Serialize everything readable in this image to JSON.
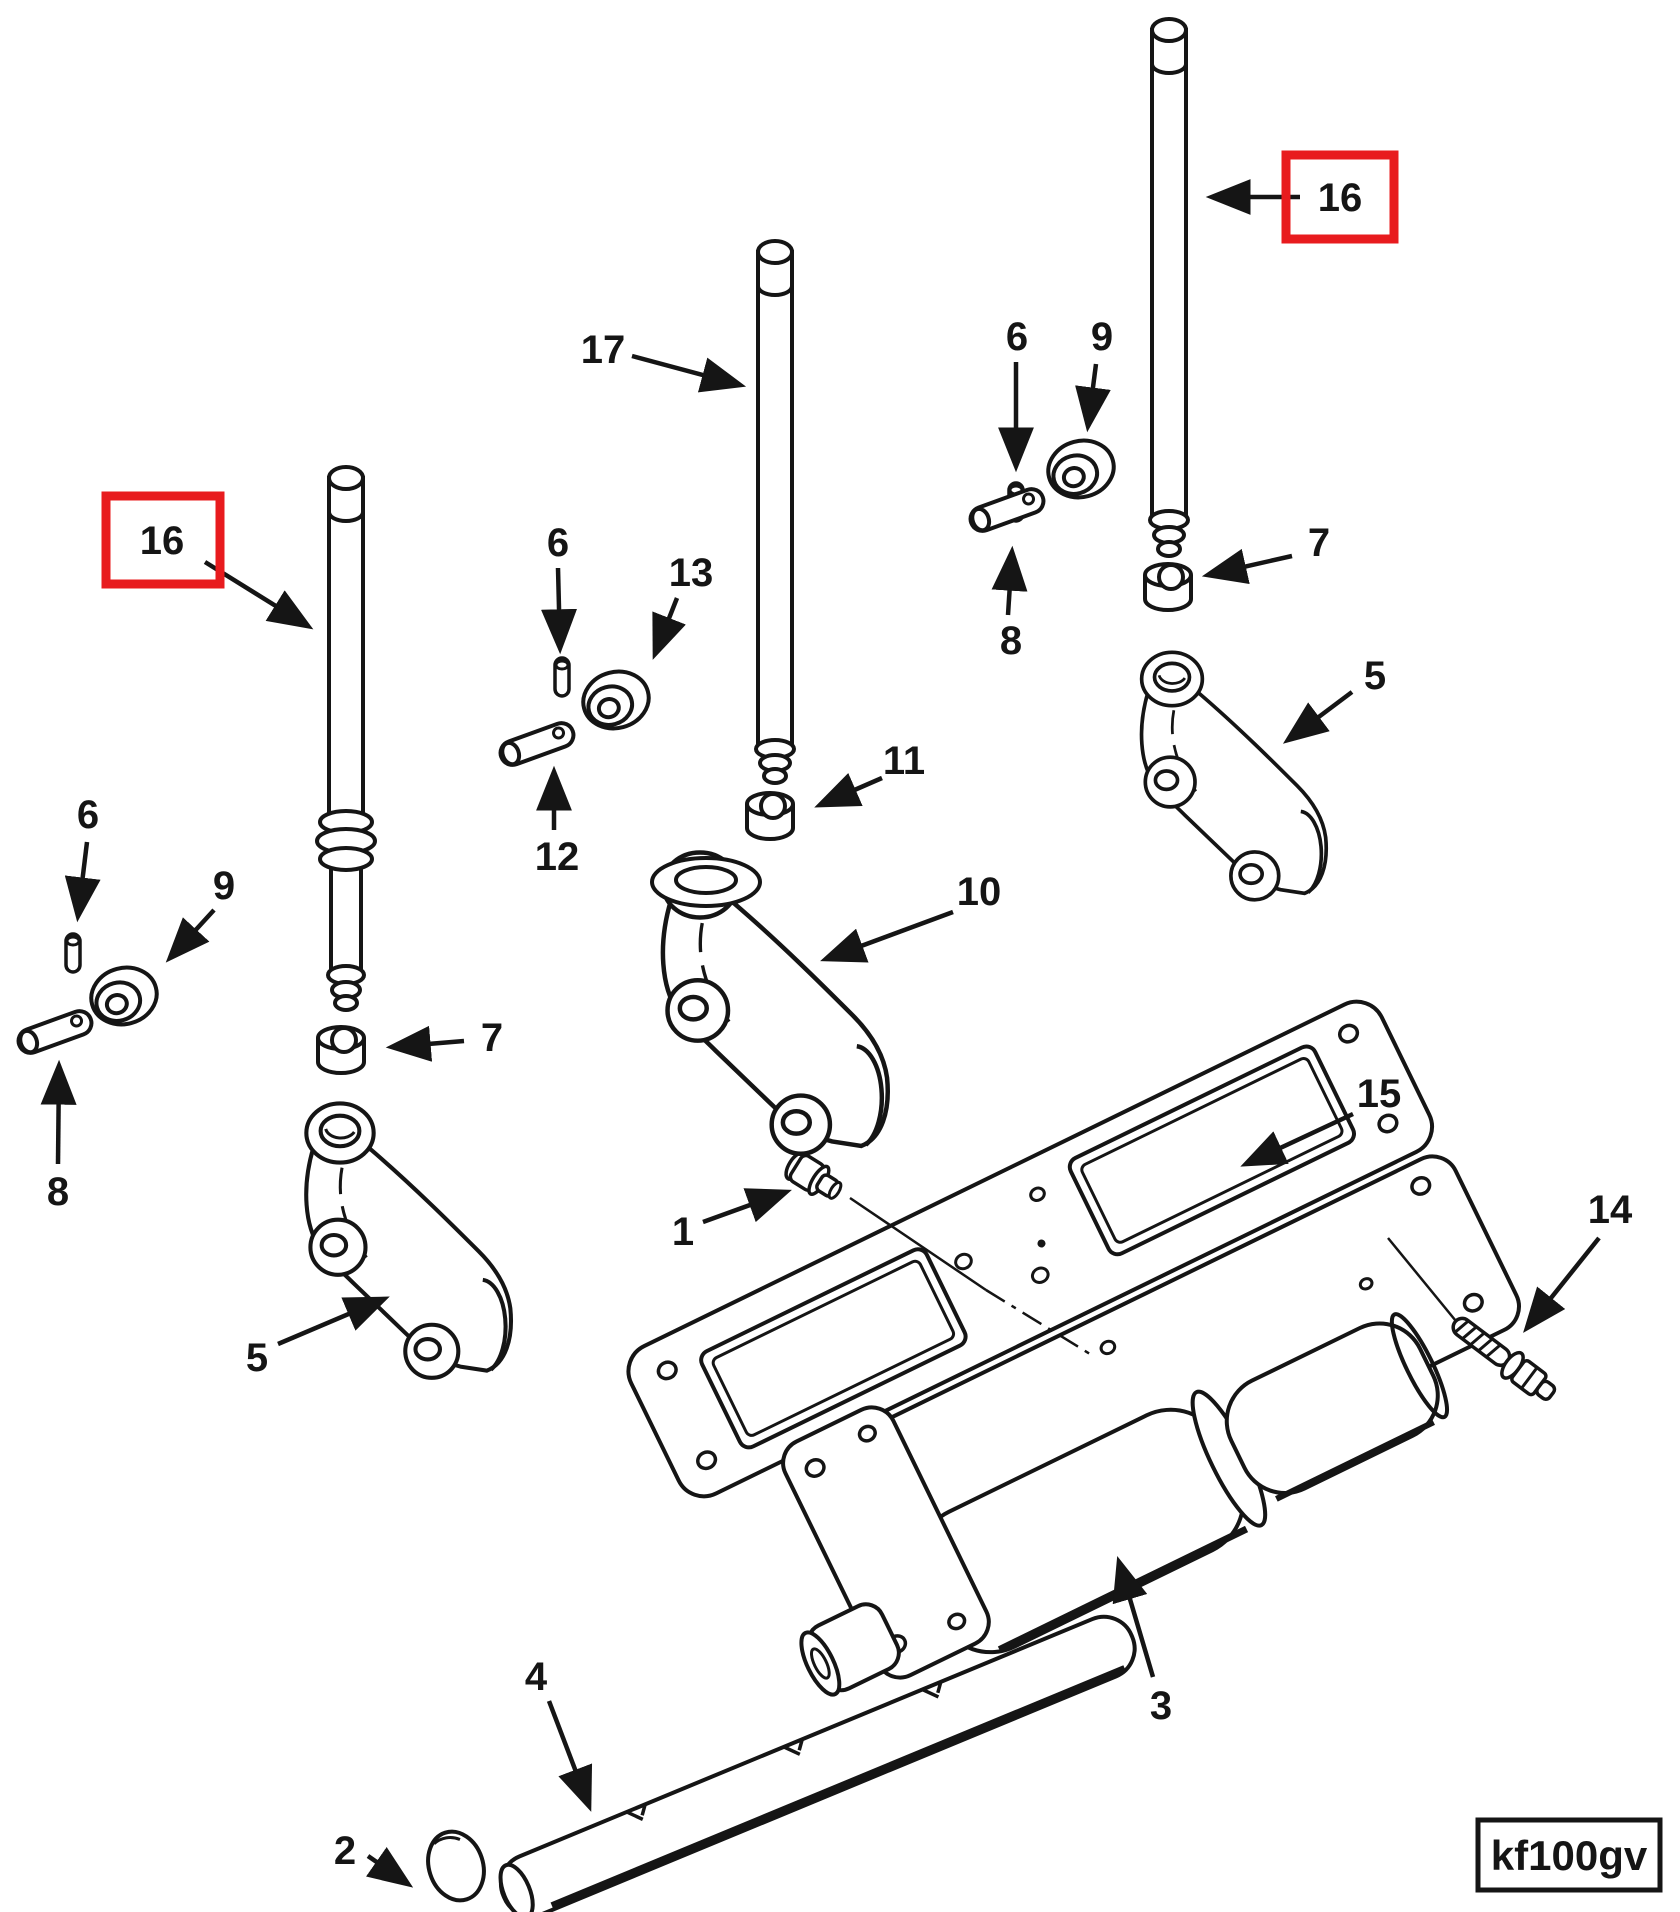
{
  "figure": {
    "drawing_code": "kf100gv",
    "highlight_color": "#e81b1e",
    "line_color": "#151515",
    "background_color": "#ffffff",
    "description": "Exploded line-art parts diagram of a cam follower / rocker lever and push rod assembly with numbered callouts; the two push rod callouts (16) are highlighted with red boxes."
  },
  "callouts": {
    "plug_1": "1",
    "expansion_plug_2": "2",
    "cam_follower_housing_3": "3",
    "shaft_4": "4",
    "rocker_lever_left_5": "5",
    "rocker_lever_right_5": "5",
    "pin_left_6": "6",
    "pin_center_6": "6",
    "pin_right_6": "6",
    "ball_seat_left_7": "7",
    "ball_seat_right_7": "7",
    "roll_pin_left_8": "8",
    "roll_pin_right_8": "8",
    "roller_left_9": "9",
    "roller_right_9": "9",
    "lever_bracket_10": "10",
    "ball_seat_11": "11",
    "roll_pin_12": "12",
    "roller_13": "13",
    "bolt_14": "14",
    "gasket_15": "15",
    "push_rod_left_16": "16",
    "push_rod_right_16": "16",
    "push_rod_17": "17"
  },
  "highlighted_callouts": [
    "push_rod_left_16",
    "push_rod_right_16"
  ]
}
